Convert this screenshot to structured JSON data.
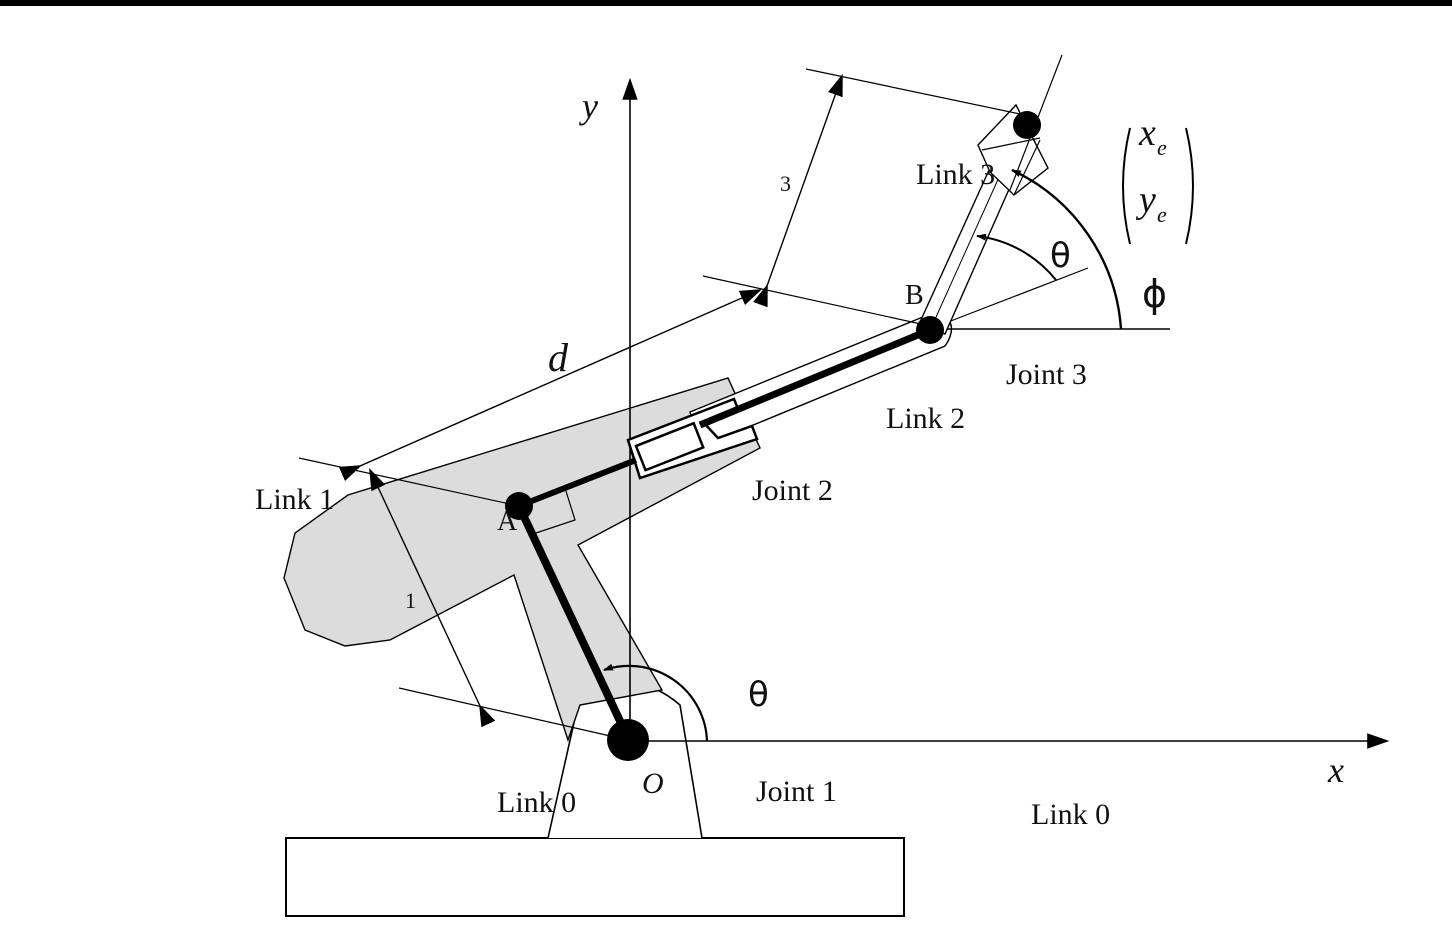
{
  "diagram": {
    "labels": {
      "axis_y": "y",
      "axis_x": "x",
      "origin": "O",
      "point_a": "A",
      "point_b": "B",
      "link_1": "Link 1",
      "link_2": "Link 2",
      "link_3": "Link 3",
      "link_0_left": "Link 0",
      "link_0_right": "Link 0",
      "joint_1": "Joint 1",
      "joint_2": "Joint 2",
      "joint_3": "Joint 3",
      "dim_d": "d",
      "dim_1": "1",
      "dim_3": "3",
      "theta_1": "θ",
      "theta_3": "θ",
      "phi": "ϕ",
      "xe_var": "x",
      "xe_sub": "e",
      "ye_var": "y",
      "ye_sub": "e"
    }
  }
}
